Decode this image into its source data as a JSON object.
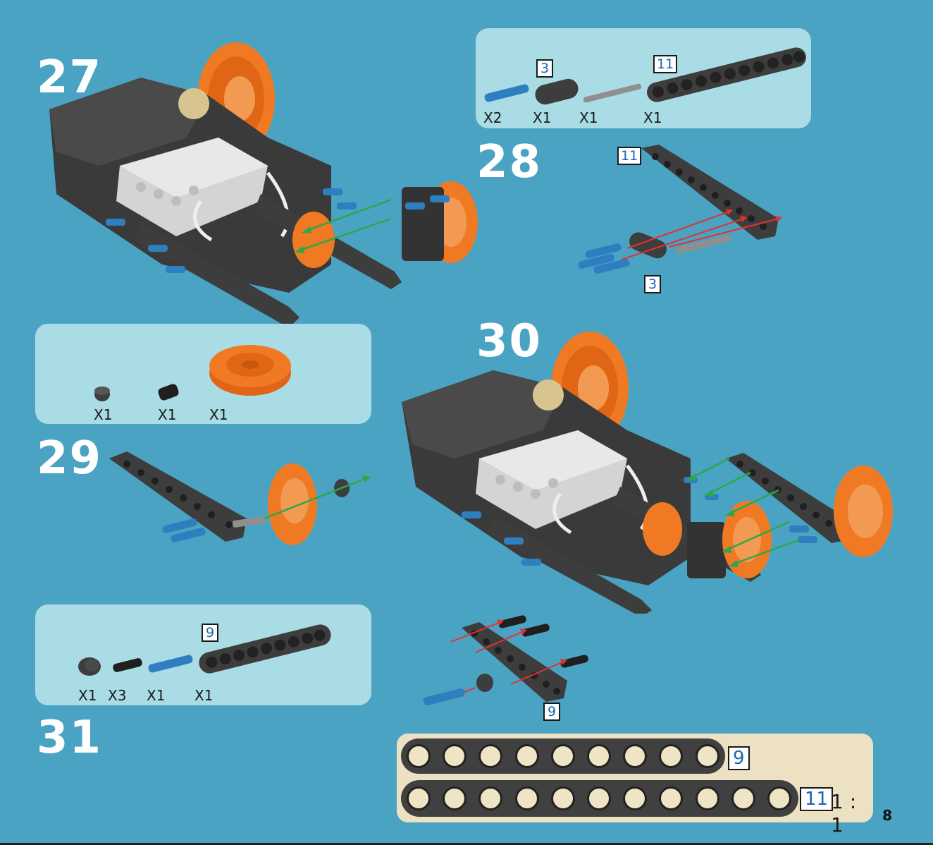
{
  "steps": {
    "s27": "27",
    "s28": "28",
    "s29": "29",
    "s30": "30",
    "s31": "31"
  },
  "panel28": {
    "pin_qty": "X2",
    "beam3_qty": "X1",
    "axle_qty": "X1",
    "beam11_qty": "X1",
    "beam3_len": "3",
    "beam11_len": "11"
  },
  "step28": {
    "beam11_len": "11",
    "beam3_len": "3"
  },
  "panel29": {
    "bush_qty": "X1",
    "connector_qty": "X1",
    "wheel_qty": "X1"
  },
  "panel31": {
    "bush_qty": "X1",
    "pin_black_qty": "X3",
    "pin_blue_qty": "X1",
    "beam9_qty": "X1",
    "beam9_len": "9"
  },
  "step30": {
    "beam9_len": "9"
  },
  "ruler": {
    "beam9_len": "9",
    "beam11_len": "11",
    "ratio": "1 : 1"
  },
  "page_number": "8",
  "colors": {
    "background": "#4aa3c3",
    "panel": "#a9dce5",
    "ruler": "#ece1c3",
    "beam": "#3d3d3d",
    "wheel": "#f07a24",
    "pin_blue": "#2f7fc0",
    "arrow_red": "#e53030",
    "arrow_green": "#2aa84a"
  }
}
